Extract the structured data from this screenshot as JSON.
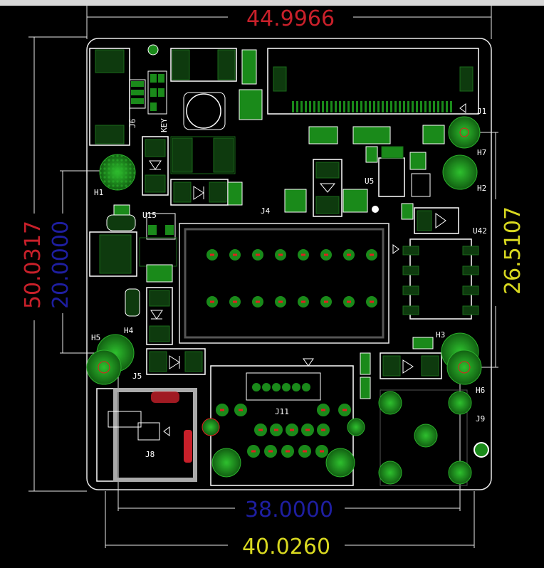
{
  "colors": {
    "background": "#000000",
    "silkscreen": "#ffffff",
    "dim_red": "#c8202a",
    "dim_blue": "#1e1ea0",
    "dim_yellow": "#d8d820",
    "pad_green": "#1a8a1a",
    "copper_dark": "#0e3a0e",
    "pad_red": "#e02020"
  },
  "dimensions": {
    "top_width": "44.9966",
    "left_height": "50.0317",
    "inner_height": "20.0000",
    "right_height": "26.5107",
    "bottom_inner_width": "38.0000",
    "bottom_outer_width": "40.0260"
  },
  "designators": {
    "j1": "J1",
    "j4": "J4",
    "j5": "J5",
    "j6": "J6",
    "j8": "J8",
    "j9": "J9",
    "j11": "J11",
    "h1": "H1",
    "h2": "H2",
    "h3": "H3",
    "h4": "H4",
    "h5": "H5",
    "h6": "H6",
    "h7": "H7",
    "u5": "U5",
    "u15": "U15",
    "u42": "U42",
    "key": "KEY"
  }
}
